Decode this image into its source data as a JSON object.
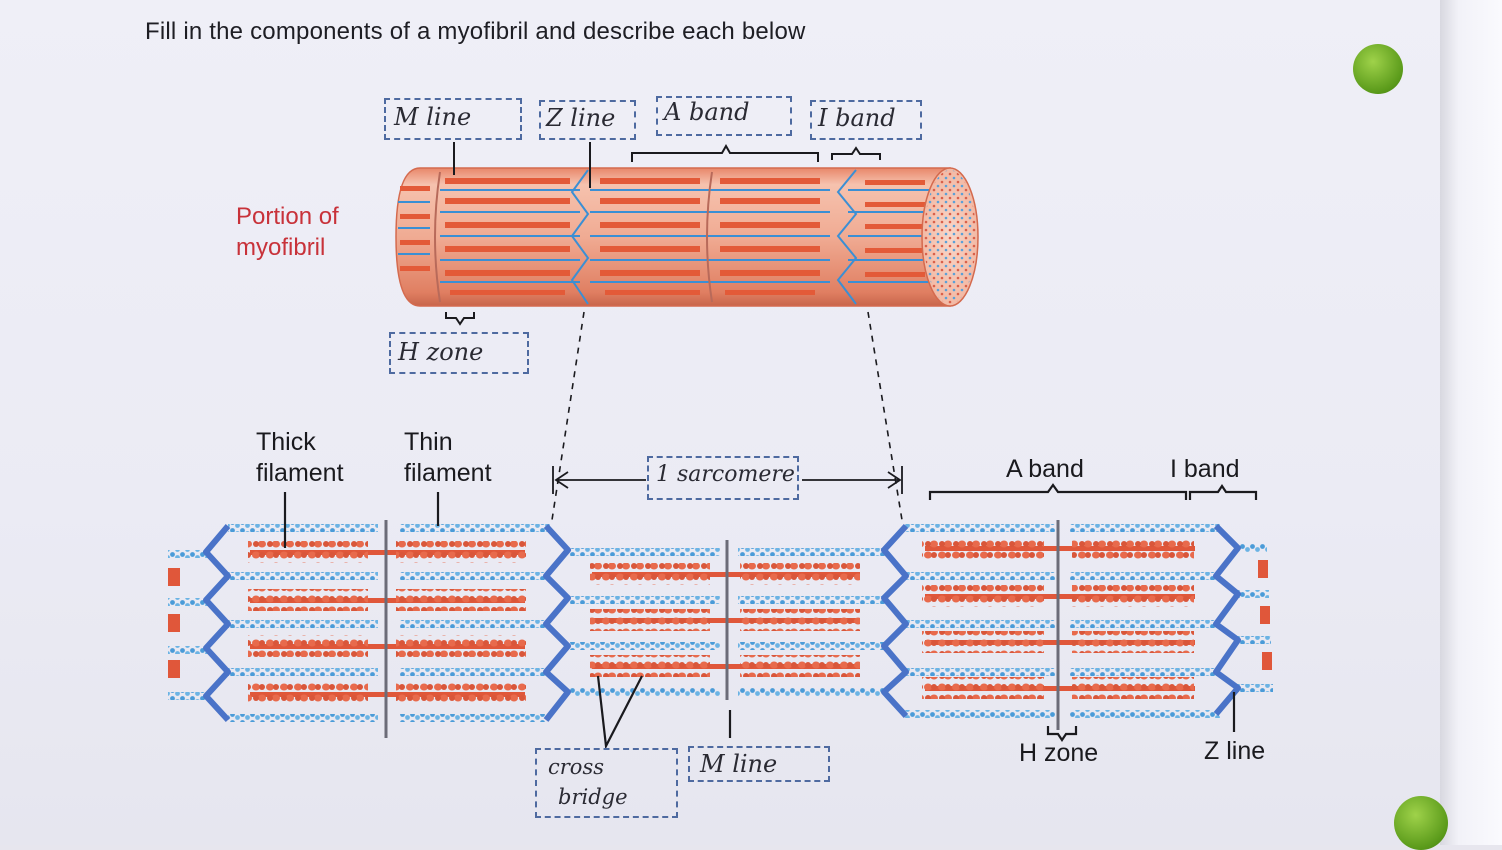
{
  "title": "Fill in the components of a myofibril and describe each below",
  "top_section": {
    "portion_label": [
      "Portion of",
      "myofibril"
    ],
    "answers": {
      "m_line": "M line",
      "z_line": "Z line",
      "a_band": "A band",
      "i_band": "I band",
      "h_zone": "H zone"
    }
  },
  "bottom_section": {
    "thick_filament": [
      "Thick",
      "filament"
    ],
    "thin_filament": [
      "Thin",
      "filament"
    ],
    "a_band": "A band",
    "i_band": "I band",
    "h_zone": "H zone",
    "z_line": "Z line",
    "answers": {
      "sarcomere": "1 sarcomere",
      "cross_bridge": [
        "cross",
        "bridge"
      ],
      "m_line": "M line"
    }
  },
  "colors": {
    "thick_filament": "#e0573a",
    "thin_filament": "#3b8fd4",
    "z_disc": "#4a73c8",
    "myofibril_body": "#efa488",
    "label_red": "#c8323a",
    "dashed_box": "#4e6aa0"
  }
}
